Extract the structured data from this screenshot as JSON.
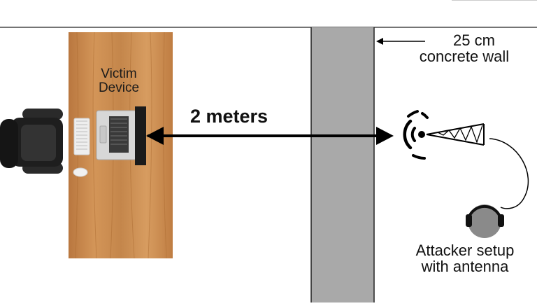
{
  "victim_label": [
    "Victim",
    "Device"
  ],
  "distance_label": "2 meters",
  "wall_label": [
    "25 cm",
    "concrete wall"
  ],
  "attacker_label": [
    "Attacker setup",
    "with antenna"
  ],
  "colors": {
    "wall": "#a9a9a9",
    "desk": "#c98a4e",
    "arrow": "#000000",
    "frame_line": "#222222"
  },
  "icons": [
    "office-chair-icon",
    "keyboard-icon",
    "laptop-icon",
    "mouse-icon",
    "antenna-icon",
    "signal-waves-icon",
    "attacker-head-icon"
  ]
}
